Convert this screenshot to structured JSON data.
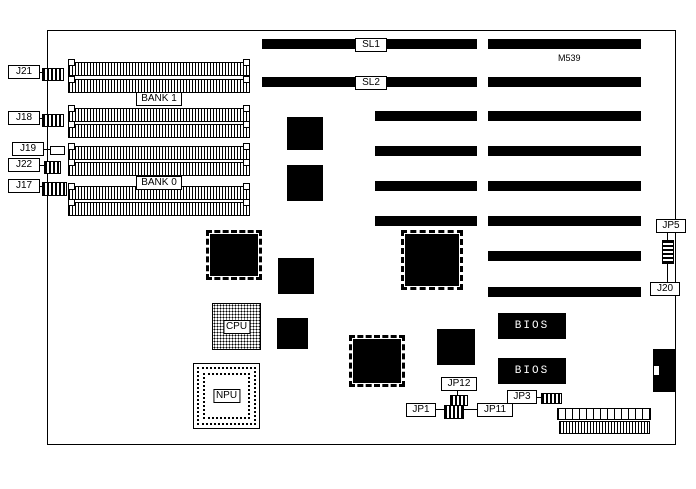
{
  "board": {
    "model": "M539",
    "colors": {
      "background": "#ffffff",
      "ink": "#000000"
    },
    "left_connectors": [
      {
        "label": "J21"
      },
      {
        "label": "J18"
      },
      {
        "label": "J19"
      },
      {
        "label": "J22"
      },
      {
        "label": "J17"
      }
    ],
    "banks": [
      {
        "label": "BANK 1"
      },
      {
        "label": "BANK 0"
      }
    ],
    "slots": [
      {
        "label": "SL1"
      },
      {
        "label": "SL2"
      }
    ],
    "cpu_label": "CPU",
    "npu_label": "NPU",
    "bios_chips": [
      {
        "label": "BIOS"
      },
      {
        "label": "BIOS"
      }
    ],
    "jumpers": [
      {
        "label": "JP5"
      },
      {
        "label": "J20"
      },
      {
        "label": "JP12"
      },
      {
        "label": "JP1"
      },
      {
        "label": "JP11"
      },
      {
        "label": "JP3"
      }
    ]
  }
}
